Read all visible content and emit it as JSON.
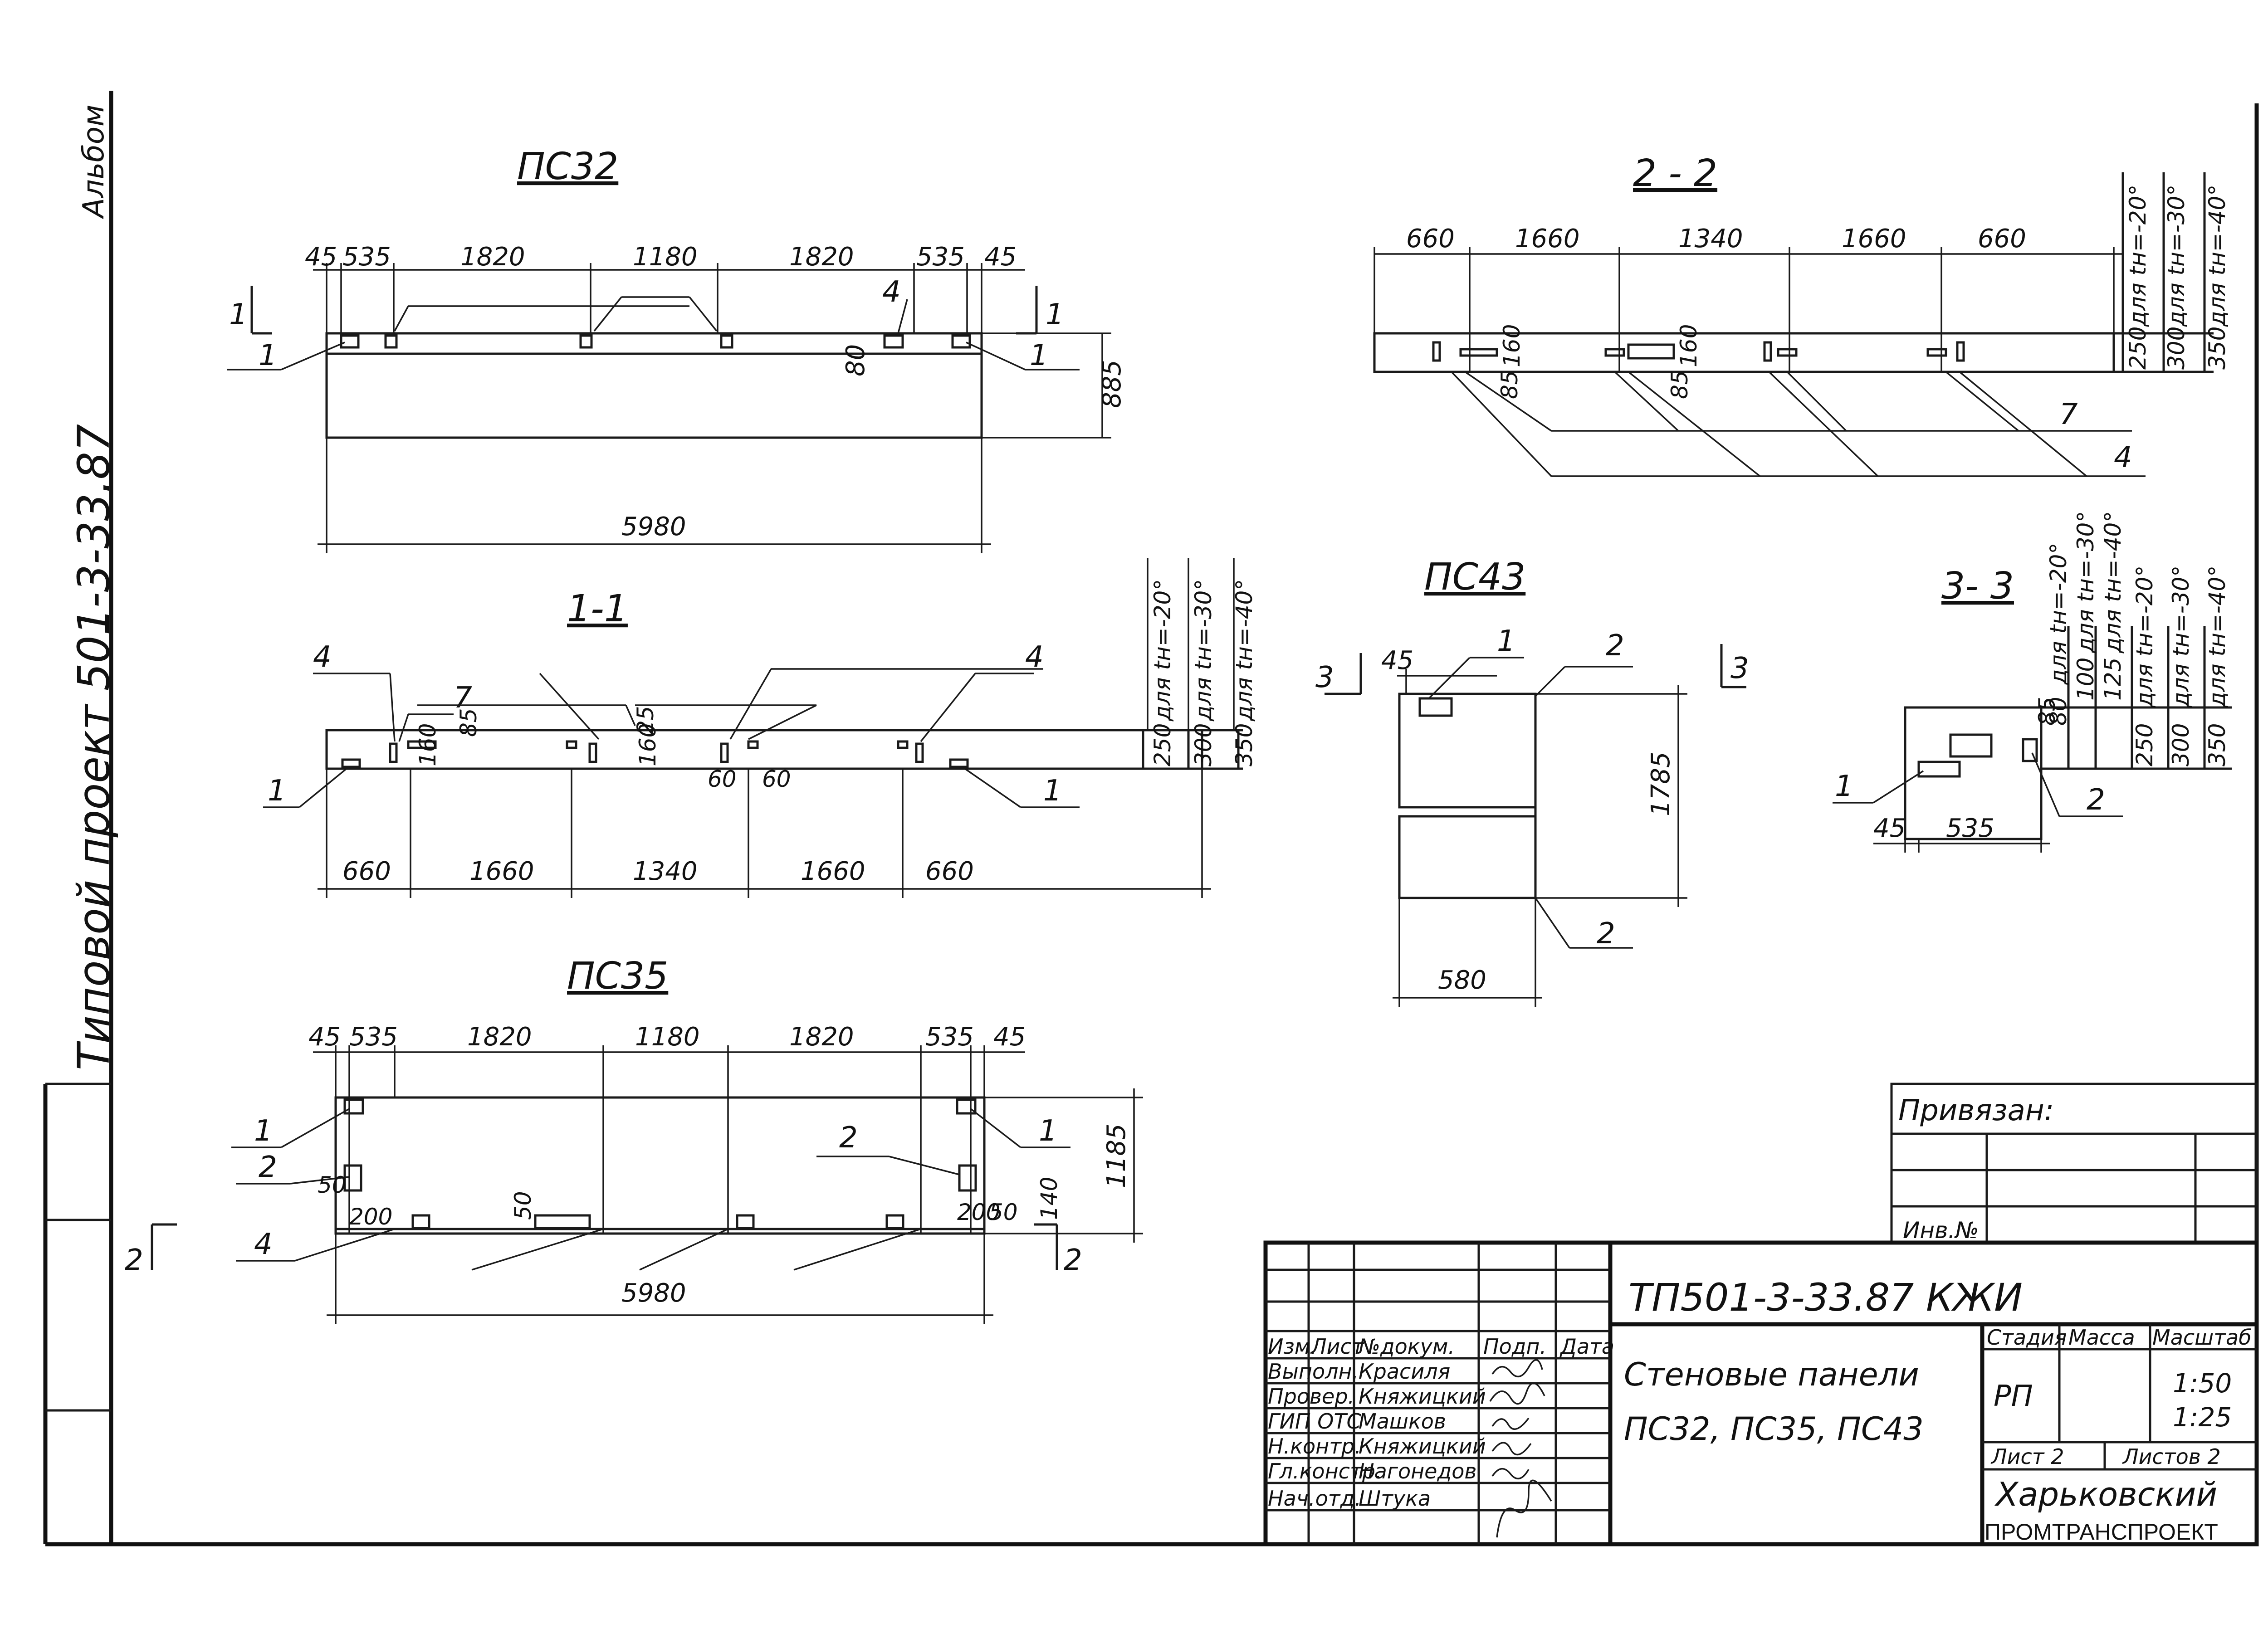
{
  "side_text": {
    "margin_top": "Альбом",
    "project": "Типовой проект 501-3-33.87"
  },
  "ps32": {
    "title": "ПС32",
    "dims_top": [
      "45",
      "535",
      "1820",
      "1180",
      "1820",
      "535",
      "45"
    ],
    "height": "885",
    "width": "5980",
    "small_dim": "80",
    "callouts": [
      "1",
      "1",
      "4"
    ],
    "cut_marks": [
      "1",
      "1"
    ]
  },
  "sec11": {
    "title": "1-1",
    "dims_bottom": [
      "660",
      "1660",
      "1340",
      "1660",
      "660"
    ],
    "inner": [
      "85",
      "25",
      "160",
      "160",
      "60",
      "60"
    ],
    "callouts": [
      "4",
      "7",
      "4",
      "1",
      "1"
    ],
    "thickness": [
      "250",
      "300",
      "350"
    ],
    "notes": [
      "для tн=-20°",
      "для tн=-30°",
      "для tн=-40°"
    ]
  },
  "ps35": {
    "title": "ПС35",
    "dims_top": [
      "45",
      "535",
      "1820",
      "1180",
      "1820",
      "535",
      "45"
    ],
    "height": "1185",
    "width": "5980",
    "inner": [
      "50",
      "200",
      "50",
      "200",
      "50",
      "140"
    ],
    "callouts": [
      "1",
      "2",
      "1",
      "2",
      "4"
    ],
    "cut_marks": [
      "2",
      "2"
    ]
  },
  "sec22": {
    "title": "2 - 2",
    "dims_top": [
      "660",
      "1660",
      "1340",
      "1660",
      "660"
    ],
    "inner": [
      "160",
      "160",
      "85",
      "85"
    ],
    "callouts": [
      "7",
      "4"
    ],
    "thickness": [
      "250",
      "300",
      "350"
    ],
    "notes": [
      "для tн=-20°",
      "для tн=-30°",
      "для tн=-40°"
    ]
  },
  "ps43": {
    "title": "ПС43",
    "dim_left": "45",
    "height": "1785",
    "width": "580",
    "callouts": [
      "1",
      "2",
      "2"
    ],
    "cut_marks": [
      "3",
      "3"
    ]
  },
  "sec33": {
    "title": "3- 3",
    "dims": [
      "45",
      "535",
      "85"
    ],
    "thickness_top": [
      "80",
      "100",
      "125"
    ],
    "thickness": [
      "250",
      "300",
      "350"
    ],
    "notes_top": [
      "для tн=-20°",
      "для tн=-30°",
      "для tн=-40°"
    ],
    "notes": [
      "для tн=-20°",
      "для tн=-30°",
      "для tн=-40°"
    ],
    "callouts": [
      "1",
      "2"
    ]
  },
  "privyazan": {
    "label": "Привязан:",
    "inv": "Инв.№"
  },
  "stamp": {
    "code": "ТП501-3-33.87 КЖИ",
    "headers": [
      "Изм.",
      "Лист",
      "№докум.",
      "Подп.",
      "Дата"
    ],
    "roles": [
      "Выполн.",
      "Провер.",
      "ГИП ОТС",
      "Н.контр.",
      "Гл.констр.",
      "Нач.отд."
    ],
    "names": [
      "Красиля",
      "Княжицкий",
      "Машков",
      "Княжицкий",
      "Нагонедов",
      "Штука"
    ],
    "description_line1": "Стеновые панели",
    "description_line2": "ПС32, ПС35, ПС43",
    "stage_header": "Стадия",
    "mass_header": "Масса",
    "scale_header": "Масштаб",
    "stage": "РП",
    "scale1": "1:50",
    "scale2": "1:25",
    "sheet": "Лист 2",
    "sheets": "Листов 2",
    "org1": "Харьковский",
    "org2": "ПРОМТРАНСПРОЕКТ"
  },
  "colors": {
    "ink": "#1a1a1a",
    "paper": "#ffffff"
  }
}
